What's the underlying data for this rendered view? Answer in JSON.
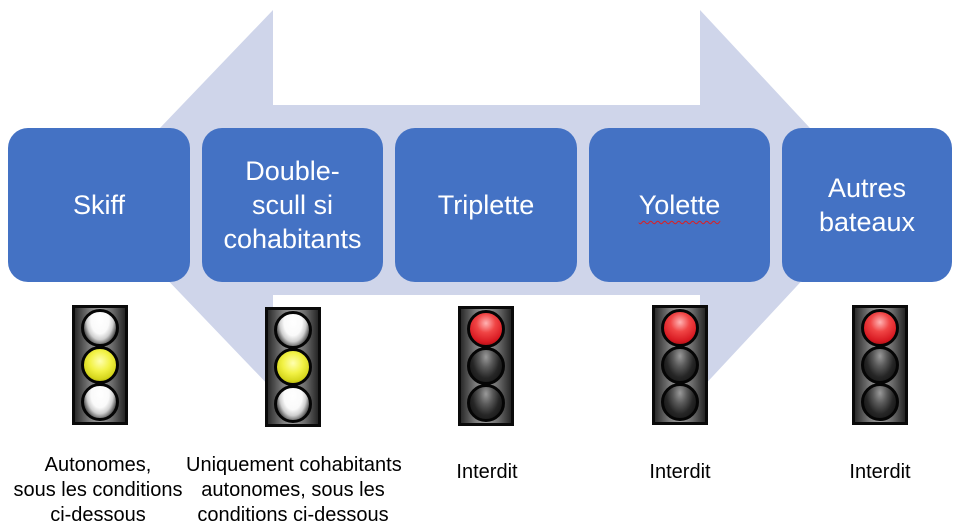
{
  "colors": {
    "step_box": "#4472C4",
    "step_text": "#FFFFFF",
    "background_arrow": "#CFD5EA",
    "caption_text": "#000000",
    "spellcheck_underline": "#E31B1B"
  },
  "steps": [
    {
      "label_lines": [
        "Skiff"
      ],
      "spellcheck_flagged": false,
      "traffic_light": [
        "white",
        "yellow",
        "white"
      ],
      "caption_lines": [
        "Autonomes,",
        "sous les conditions",
        "ci-dessous"
      ]
    },
    {
      "label_lines": [
        "Double-",
        "scull si",
        "cohabitants"
      ],
      "spellcheck_flagged": false,
      "traffic_light": [
        "white",
        "yellow",
        "white"
      ],
      "caption_lines": [
        "Uniquement cohabitants",
        "autonomes, sous les",
        "conditions ci-dessous"
      ]
    },
    {
      "label_lines": [
        "Triplette"
      ],
      "spellcheck_flagged": false,
      "traffic_light": [
        "red",
        "black",
        "black"
      ],
      "caption_lines": [
        "Interdit"
      ]
    },
    {
      "label_lines": [
        "Yolette"
      ],
      "spellcheck_flagged": true,
      "traffic_light": [
        "red",
        "black",
        "black"
      ],
      "caption_lines": [
        "Interdit"
      ]
    },
    {
      "label_lines": [
        "Autres",
        "bateaux"
      ],
      "spellcheck_flagged": false,
      "traffic_light": [
        "red",
        "black",
        "black"
      ],
      "caption_lines": [
        "Interdit"
      ]
    }
  ]
}
